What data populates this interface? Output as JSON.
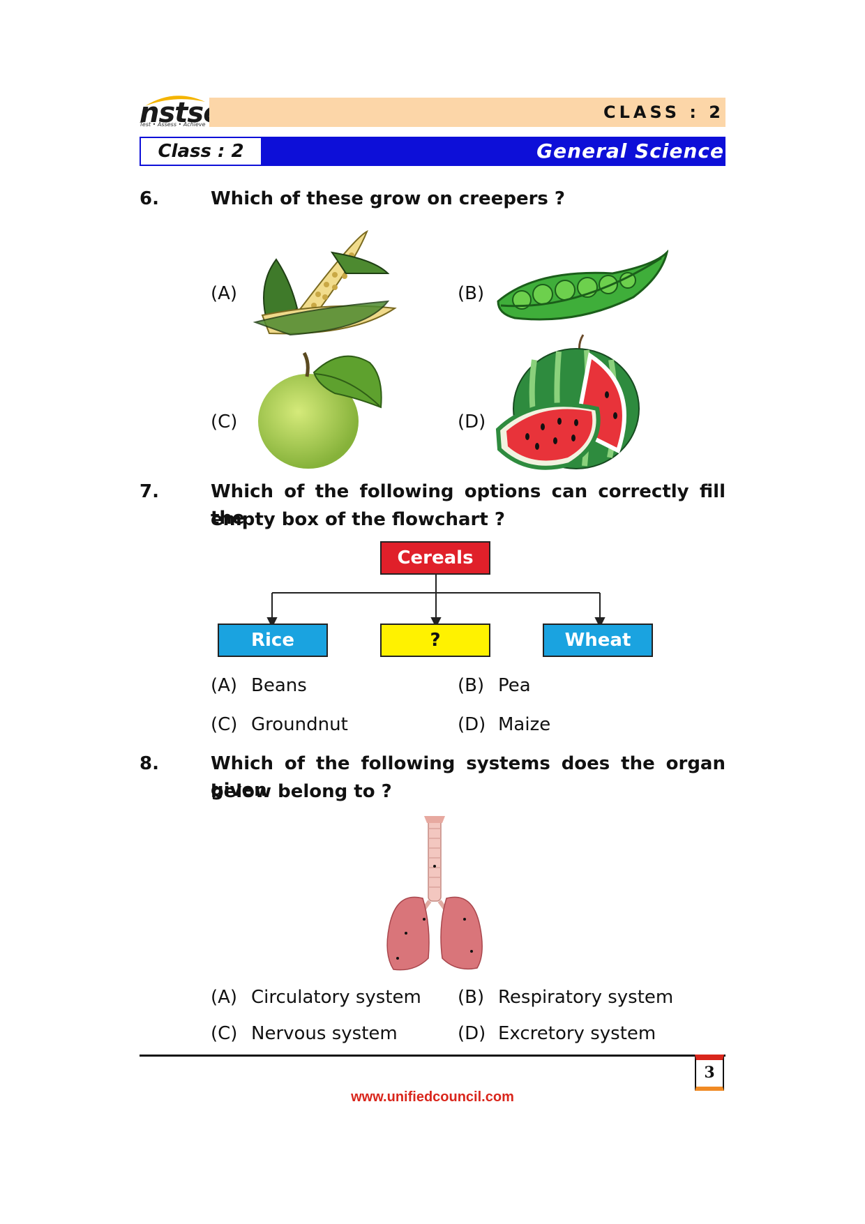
{
  "header": {
    "logo_word": "nstse",
    "logo_tagline": "Test • Assess • Achieve",
    "class_top": "CLASS : 2",
    "class_box": "Class : 2",
    "subject": "General Science"
  },
  "questions": [
    {
      "number": "6.",
      "text": "Which of these grow on creepers ?",
      "options": [
        {
          "label": "(A)",
          "image": "corn-image"
        },
        {
          "label": "(B)",
          "image": "pea-pod-image"
        },
        {
          "label": "(C)",
          "image": "guava-image"
        },
        {
          "label": "(D)",
          "image": "watermelon-image"
        }
      ]
    },
    {
      "number": "7.",
      "text_line1": "Which of the following options can correctly fill the",
      "text_line2": "empty box of the flowchart ?",
      "flowchart": {
        "root": "Cereals",
        "children": [
          "Rice",
          "?",
          "Wheat"
        ],
        "colors": {
          "root": "#e0202a",
          "side": "#1aa3e0",
          "unknown": "#fff200"
        }
      },
      "options": [
        {
          "label": "(A)",
          "text": "Beans"
        },
        {
          "label": "(B)",
          "text": "Pea"
        },
        {
          "label": "(C)",
          "text": "Groundnut"
        },
        {
          "label": "(D)",
          "text": "Maize"
        }
      ]
    },
    {
      "number": "8.",
      "text_line1": "Which of the following systems does the organ given",
      "text_line2": "below belong to ?",
      "image": "lungs-image",
      "options": [
        {
          "label": "(A)",
          "text": "Circulatory system"
        },
        {
          "label": "(B)",
          "text": "Respiratory system"
        },
        {
          "label": "(C)",
          "text": "Nervous system"
        },
        {
          "label": "(D)",
          "text": "Excretory system"
        }
      ]
    }
  ],
  "footer": {
    "page_number": "3",
    "url": "www.unifiedcouncil.com"
  }
}
